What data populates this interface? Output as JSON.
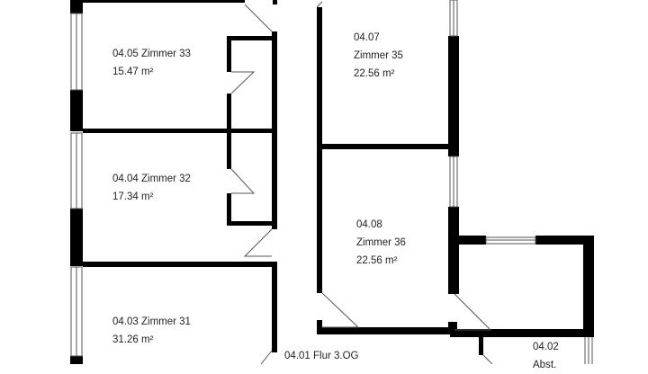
{
  "floor_plan": {
    "rooms": [
      {
        "id": "04.05",
        "name": "Zimmer 33",
        "area": "15.47 m²"
      },
      {
        "id": "04.04",
        "name": "Zimmer 32",
        "area": "17.34 m²"
      },
      {
        "id": "04.03",
        "name": "Zimmer 31",
        "area": "31.26 m²"
      },
      {
        "id": "04.07",
        "name": "Zimmer 35",
        "area": "22.56 m²"
      },
      {
        "id": "04.08",
        "name": "Zimmer 36",
        "area": "22.56 m²"
      },
      {
        "id": "04.01",
        "name": "Flur 3.OG"
      },
      {
        "id": "04.02",
        "name": "Abst."
      }
    ],
    "wall_color": "#000000",
    "background": "#ffffff"
  }
}
